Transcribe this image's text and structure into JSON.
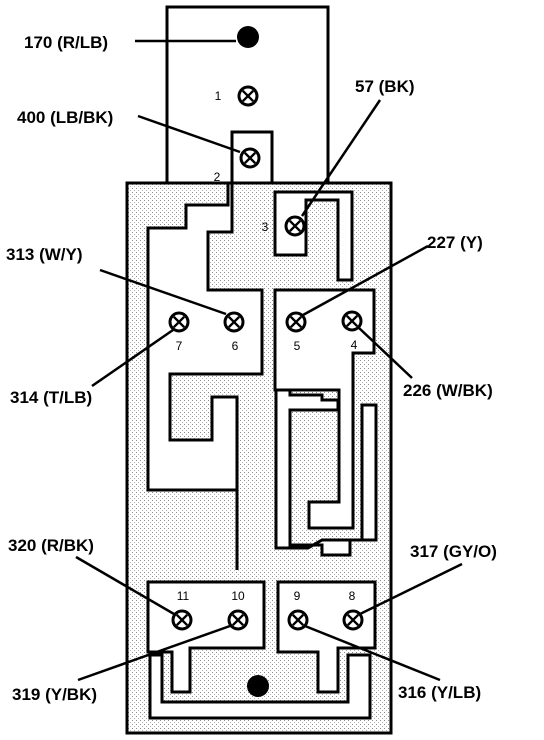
{
  "colors": {
    "ink": "#000000",
    "paper": "#ffffff",
    "stipple": "#d6d6d6"
  },
  "diagram": {
    "terminals": [
      {
        "id": "t1",
        "num": "1",
        "kind": "screw"
      },
      {
        "id": "t2",
        "num": "2",
        "kind": "screw"
      },
      {
        "id": "t3",
        "num": "3",
        "kind": "screw"
      },
      {
        "id": "t4",
        "num": "4",
        "kind": "screw"
      },
      {
        "id": "t5",
        "num": "5",
        "kind": "screw"
      },
      {
        "id": "t6",
        "num": "6",
        "kind": "screw"
      },
      {
        "id": "t7",
        "num": "7",
        "kind": "screw"
      },
      {
        "id": "t8",
        "num": "8",
        "kind": "screw"
      },
      {
        "id": "t9",
        "num": "9",
        "kind": "screw"
      },
      {
        "id": "t10",
        "num": "10",
        "kind": "screw"
      },
      {
        "id": "t11",
        "num": "11",
        "kind": "screw"
      },
      {
        "id": "top-dot",
        "num": "",
        "kind": "solid"
      },
      {
        "id": "bottom-dot",
        "num": "",
        "kind": "solid"
      }
    ],
    "callouts": [
      {
        "id": "c170",
        "label": "170 (R/LB)",
        "target": "top-dot"
      },
      {
        "id": "c400",
        "label": "400 (LB/BK)",
        "target": "t2"
      },
      {
        "id": "c57",
        "label": "57 (BK)",
        "target": "t3"
      },
      {
        "id": "c313",
        "label": "313 (W/Y)",
        "target": "t6"
      },
      {
        "id": "c227",
        "label": "227 (Y)",
        "target": "t5"
      },
      {
        "id": "c314",
        "label": "314 (T/LB)",
        "target": "t7"
      },
      {
        "id": "c226",
        "label": "226 (W/BK)",
        "target": "t4"
      },
      {
        "id": "c320",
        "label": "320 (R/BK)",
        "target": "t11"
      },
      {
        "id": "c317",
        "label": "317 (GY/O)",
        "target": "t8"
      },
      {
        "id": "c319",
        "label": "319 (Y/BK)",
        "target": "t10"
      },
      {
        "id": "c316",
        "label": "316 (Y/LB)",
        "target": "t9"
      }
    ]
  }
}
